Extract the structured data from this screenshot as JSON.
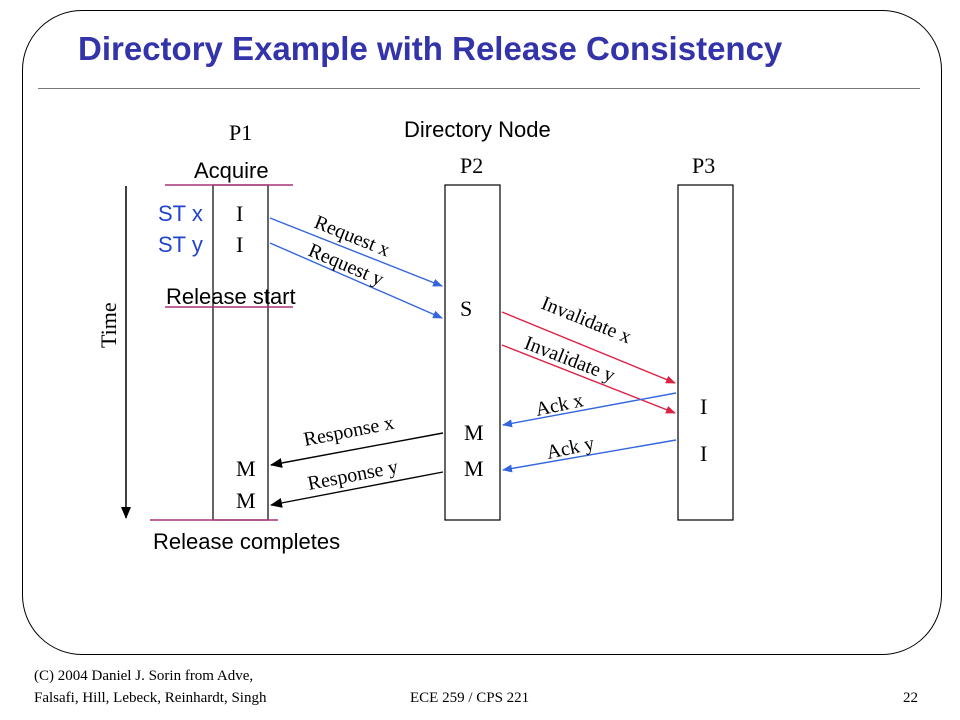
{
  "title": "Directory Example with Release Consistency",
  "labels": {
    "p1": "P1",
    "directory_node": "Directory Node",
    "p2": "P2",
    "p3": "P3",
    "acquire": "Acquire",
    "st_x": "ST x",
    "st_y": "ST y",
    "release_start": "Release start",
    "release_completes": "Release completes",
    "time": "Time"
  },
  "states": {
    "p1_i_1": "I",
    "p1_i_2": "I",
    "p1_m_1": "M",
    "p1_m_2": "M",
    "p2_s": "S",
    "p2_m_1": "M",
    "p2_m_2": "M",
    "p3_i_1": "I",
    "p3_i_2": "I"
  },
  "messages": {
    "request_x": "Request x",
    "request_y": "Request y",
    "invalidate_x": "Invalidate x",
    "invalidate_y": "Invalidate y",
    "ack_x": "Ack x",
    "ack_y": "Ack y",
    "response_x": "Response x",
    "response_y": "Response y"
  },
  "footer": {
    "copyright_line1": "(C) 2004 Daniel J. Sorin from Adve,",
    "copyright_line2": "Falsafi, Hill, Lebeck, Reinhardt, Singh",
    "course": "ECE 259 / CPS 221",
    "page": "22"
  },
  "colors": {
    "title": "#3333aa",
    "request_arrow": "#3366dd",
    "invalidate_arrow": "#dd2244",
    "ack_arrow": "#3366dd",
    "marker_line": "#aa3377",
    "st_text": "#2244cc"
  }
}
